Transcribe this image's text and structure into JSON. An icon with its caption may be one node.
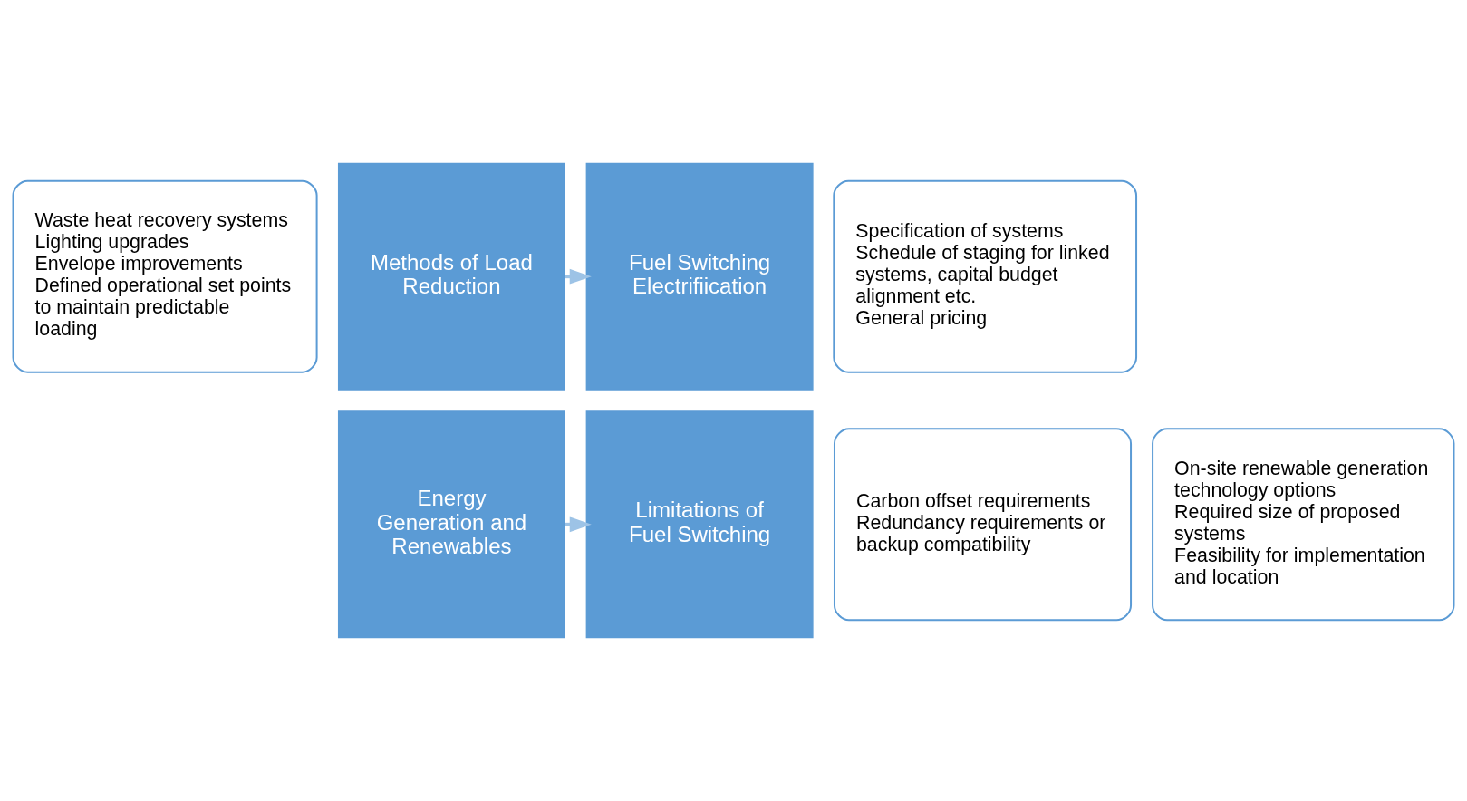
{
  "diagram": {
    "nodes": [
      {
        "text": [
          "Waste heat recovery systems",
          "Lighting upgrades",
          "Envelope improvements",
          "Defined operational set points to maintain predictable loading"
        ]
      },
      {
        "text": [
          "Methods of Load Reduction"
        ]
      },
      {
        "text": [
          "Fuel Switching Electrifiication"
        ]
      },
      {
        "text": [
          "Specification of systems",
          "Schedule of staging for linked systems, capital budget alignment etc.",
          "General pricing"
        ]
      },
      {
        "text": [
          "Carbon offset requirements",
          "Redundancy requirements or backup compatibility"
        ]
      },
      {
        "text": [
          "Limitations of Fuel Switching"
        ]
      },
      {
        "text": [
          "Energy Generation and Renewables"
        ]
      },
      {
        "text": [
          "On-site renewable generation technology options",
          "Required size of proposed systems",
          "Feasibility for implementation and location"
        ]
      }
    ],
    "edges": [
      {
        "from": 1,
        "to": 2,
        "arrow": "to"
      },
      {
        "from": 6,
        "to": 5,
        "arrow": "to"
      }
    ]
  }
}
